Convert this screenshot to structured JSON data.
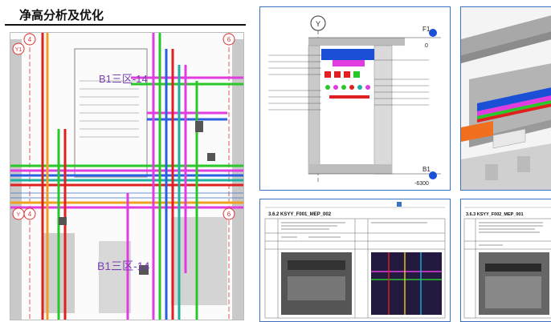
{
  "page": {
    "title": "净高分析及优化"
  },
  "left_plan": {
    "zone_top": "B1三区-14",
    "zone_bottom": "B1三区-14",
    "grid_tl": "4",
    "grid_tr": "6",
    "grid_bl": "4",
    "grid_br": "6",
    "grid_y1": "Y1",
    "grid_y_small": "Y"
  },
  "section": {
    "axis_label": "Y",
    "level_top_label": "F1",
    "level_top_value": "0",
    "level_bottom_label": "B1",
    "level_bottom_value": "-6300"
  },
  "card1": {
    "heading": "3.6.2 KSYY_F001_MEP_002"
  },
  "card2": {
    "heading": "3.6.3 KSYY_F002_MEP_001"
  },
  "colors": {
    "accent_blue": "#3b73c4",
    "pipe_magenta": "#e03ce0",
    "pipe_green": "#28c828",
    "pipe_red": "#e02020",
    "duct_blue": "#1a4fd6"
  }
}
